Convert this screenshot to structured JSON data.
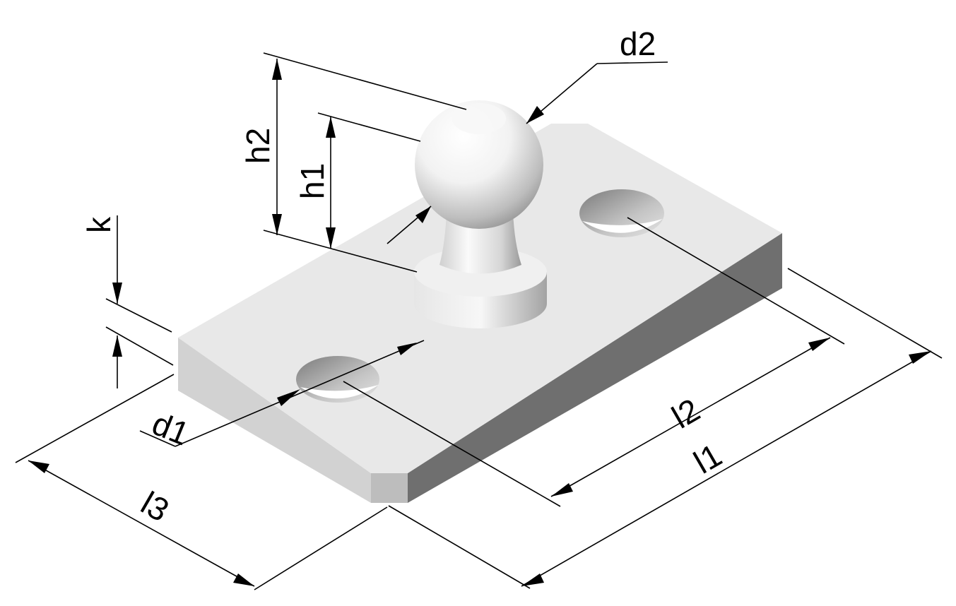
{
  "diagram": {
    "labels": {
      "d2": "d2",
      "h2": "h2",
      "h1": "h1",
      "k": "k",
      "d1": "d1",
      "l2": "l2",
      "l1": "l1",
      "l3": "l3"
    },
    "colors": {
      "plate_top": "#e8e8e8",
      "plate_front": "#d2d2d2",
      "plate_side": "#6f6f6f",
      "corner_chamfer": "#bdbdbd",
      "line": "#000000",
      "background": "#ffffff"
    }
  }
}
